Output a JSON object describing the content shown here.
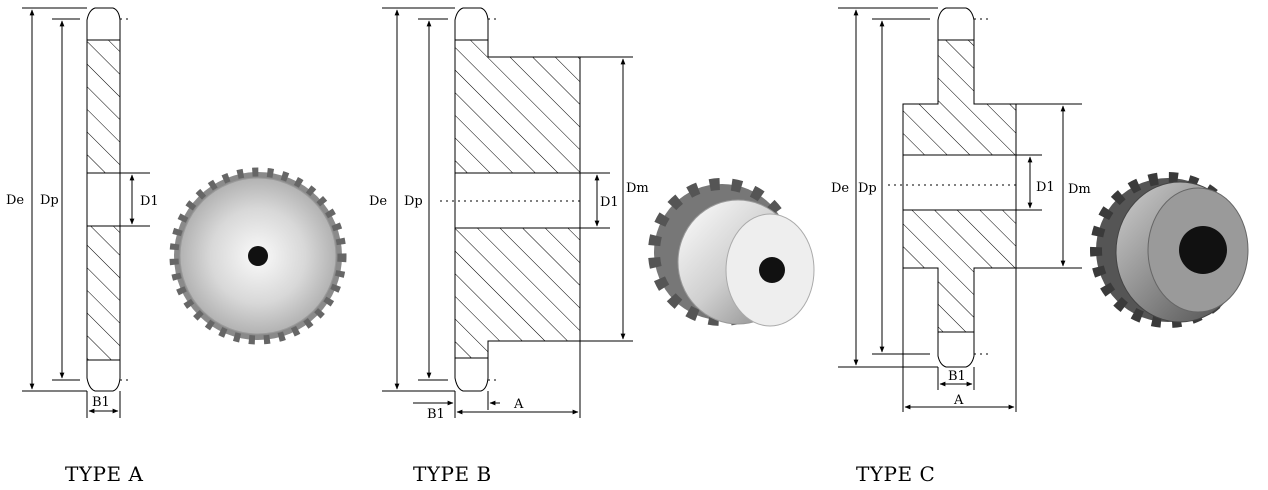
{
  "colors": {
    "line": "#000000",
    "hatch": "#000000",
    "steel_light": "#e6e6e6",
    "steel_dark": "#8a8a8a",
    "background": "#ffffff"
  },
  "diagrams": [
    {
      "type_label": "TYPE A",
      "dims": {
        "de": "De",
        "dp": "Dp",
        "d1": "D1",
        "b1": "B1"
      }
    },
    {
      "type_label": "TYPE B",
      "dims": {
        "de": "De",
        "dp": "Dp",
        "d1": "D1",
        "dm": "Dm",
        "b1": "B1",
        "a": "A"
      }
    },
    {
      "type_label": "TYPE C",
      "dims": {
        "de": "De",
        "dp": "Dp",
        "d1": "D1",
        "dm": "Dm",
        "b1": "B1",
        "a": "A"
      }
    }
  ]
}
